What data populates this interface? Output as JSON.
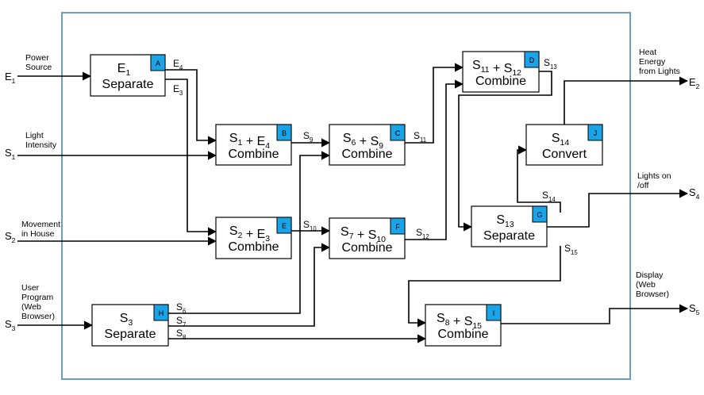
{
  "inputs": [
    {
      "id": "E1",
      "sym": "E",
      "sub": "1",
      "label": [
        "Power",
        "Source"
      ]
    },
    {
      "id": "S1",
      "sym": "S",
      "sub": "1",
      "label": [
        "Light",
        "Intensity"
      ]
    },
    {
      "id": "S2",
      "sym": "S",
      "sub": "2",
      "label": [
        "Movement",
        "in House"
      ]
    },
    {
      "id": "S3",
      "sym": "S",
      "sub": "3",
      "label": [
        "User",
        "Program",
        "(Web",
        "Browser)"
      ]
    }
  ],
  "outputs": [
    {
      "id": "E2",
      "sym": "E",
      "sub": "2",
      "label": [
        "Heat",
        "Energy",
        "from Lights"
      ]
    },
    {
      "id": "S4",
      "sym": "S",
      "sub": "4",
      "label": [
        "Lights on",
        "/off"
      ]
    },
    {
      "id": "S5",
      "sym": "S",
      "sub": "5",
      "label": [
        "Display",
        "(Web",
        "Browser)"
      ]
    }
  ],
  "blocks": [
    {
      "id": "A",
      "tag": "A",
      "line1": [
        [
          "E",
          "1"
        ]
      ],
      "op": "Separate"
    },
    {
      "id": "B",
      "tag": "B",
      "line1": [
        [
          "S",
          "1"
        ],
        [
          " + E",
          "4"
        ]
      ],
      "op": "Combine"
    },
    {
      "id": "C",
      "tag": "C",
      "line1": [
        [
          "S",
          "6"
        ],
        [
          " + S",
          "9"
        ]
      ],
      "op": "Combine"
    },
    {
      "id": "D",
      "tag": "D",
      "line1": [
        [
          "S",
          "11"
        ],
        [
          " + S",
          "12"
        ]
      ],
      "op": "Combine"
    },
    {
      "id": "E",
      "tag": "E",
      "line1": [
        [
          "S",
          "2"
        ],
        [
          " + E",
          "3"
        ]
      ],
      "op": "Combine"
    },
    {
      "id": "F",
      "tag": "F",
      "line1": [
        [
          "S",
          "7"
        ],
        [
          " + S",
          "10"
        ]
      ],
      "op": "Combine"
    },
    {
      "id": "G",
      "tag": "G",
      "line1": [
        [
          "S",
          "13"
        ]
      ],
      "op": "Separate"
    },
    {
      "id": "H",
      "tag": "H",
      "line1": [
        [
          "S",
          "3"
        ]
      ],
      "op": "Separate"
    },
    {
      "id": "I",
      "tag": "I",
      "line1": [
        [
          "S",
          "8"
        ],
        [
          " + S",
          "15"
        ]
      ],
      "op": "Combine"
    },
    {
      "id": "J",
      "tag": "J",
      "line1": [
        [
          "S",
          "14"
        ]
      ],
      "op": "Convert"
    }
  ],
  "signals": [
    {
      "id": "E4",
      "sym": "E",
      "sub": "4"
    },
    {
      "id": "E3",
      "sym": "E",
      "sub": "3"
    },
    {
      "id": "S9",
      "sym": "S",
      "sub": "9"
    },
    {
      "id": "S10",
      "sym": "S",
      "sub": "10"
    },
    {
      "id": "S11",
      "sym": "S",
      "sub": "11"
    },
    {
      "id": "S12",
      "sym": "S",
      "sub": "12"
    },
    {
      "id": "S13",
      "sym": "S",
      "sub": "13"
    },
    {
      "id": "S14",
      "sym": "S",
      "sub": "14"
    },
    {
      "id": "S15",
      "sym": "S",
      "sub": "15"
    },
    {
      "id": "S6",
      "sym": "S",
      "sub": "6"
    },
    {
      "id": "S7",
      "sym": "S",
      "sub": "7"
    },
    {
      "id": "S8",
      "sym": "S",
      "sub": "8"
    }
  ],
  "colors": {
    "frame": "#6f9cc3",
    "tag": "#1aa3e6"
  }
}
